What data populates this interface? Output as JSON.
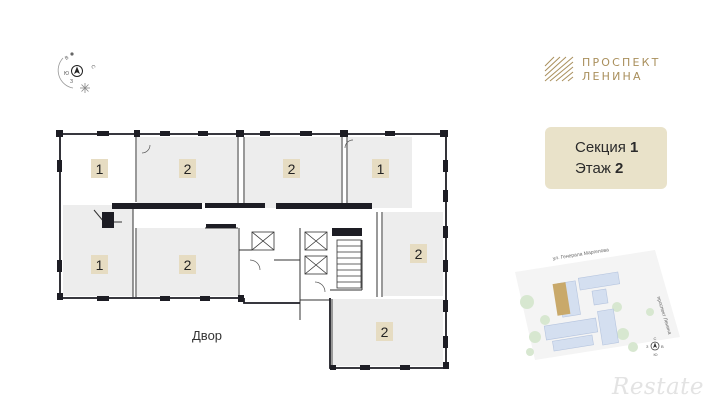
{
  "brand": {
    "line1": "ПРОСПЕКТ",
    "line2": "ЛЕНИНА"
  },
  "badge": {
    "section_label": "Секция",
    "section_value": "1",
    "floor_label": "Этаж",
    "floor_value": "2"
  },
  "plan": {
    "courtyard_label": "Двор",
    "units": [
      {
        "rooms": "1",
        "tone": "light"
      },
      {
        "rooms": "2",
        "tone": "light"
      },
      {
        "rooms": "2",
        "tone": "light"
      },
      {
        "rooms": "1",
        "tone": "light"
      },
      {
        "rooms": "1",
        "tone": "light"
      },
      {
        "rooms": "2",
        "tone": "light"
      },
      {
        "rooms": "2",
        "tone": "light"
      },
      {
        "rooms": "2",
        "tone": "light"
      }
    ]
  },
  "compass": {
    "letters": [
      "С",
      "В",
      "Ю",
      "З"
    ]
  },
  "minimap": {
    "street_label": "ул. Генерала Маргелова",
    "side_street_label": "проспект Ленина",
    "compass_letters": [
      "С",
      "В",
      "Ю",
      "З"
    ]
  },
  "watermark": "Restate",
  "colors": {
    "gold": "#a98f5c",
    "badge_bg": "#e9e2c9",
    "room_fill": "#ededed",
    "wall": "#1d1d24",
    "tag_bg": "#e6dcc2",
    "highlight": "#c9a96a"
  }
}
